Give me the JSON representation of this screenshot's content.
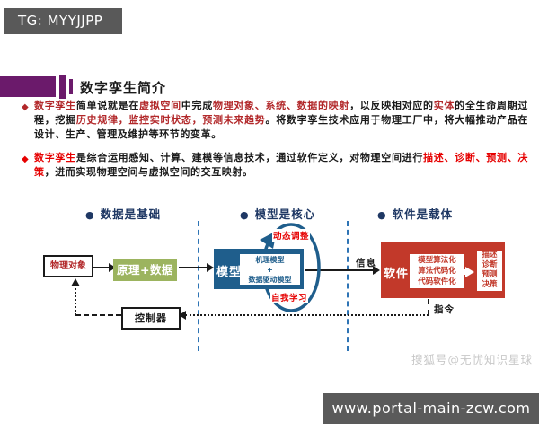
{
  "tg_badge": {
    "text": "TG: MYYJJPP",
    "bg": "#595959"
  },
  "title": {
    "text": "数字孪生简介",
    "accent_color": "#6b1a6b"
  },
  "paragraph1": {
    "marker": "◆",
    "marker_color": "#b2282a",
    "color": "#1a1a1a",
    "hl_color": "#b2282a",
    "segments": [
      {
        "text": "数字孪生",
        "hl": true
      },
      {
        "text": "简单说就是在",
        "hl": false
      },
      {
        "text": "虚拟空间",
        "hl": true
      },
      {
        "text": "中完成",
        "hl": false
      },
      {
        "text": "物理对象、系统、数据的映射",
        "hl": true
      },
      {
        "text": "，以反映相对应的",
        "hl": false
      },
      {
        "text": "实体",
        "hl": true
      },
      {
        "text": "的全生命周期过程，挖掘",
        "hl": false
      },
      {
        "text": "历史规律，监控实时状态，预测未来趋势",
        "hl": true
      },
      {
        "text": "。将数字孪生技术应用于物理工厂中，将大幅推动产品在设计、生产、管理及维护等环节的变革。",
        "hl": false
      }
    ]
  },
  "paragraph2": {
    "marker": "◆",
    "marker_color": "#e60000",
    "color": "#1a1a1a",
    "hl_color": "#e60000",
    "segments": [
      {
        "text": "数字孪生",
        "hl": true
      },
      {
        "text": "是综合运用感知、计算、建模等信息技术，通过软件定义，对物理空间进行",
        "hl": false
      },
      {
        "text": "描述、诊断、预测、决策",
        "hl": true
      },
      {
        "text": "，进而实现物理空间与虚拟空间的交互映射。",
        "hl": false
      }
    ]
  },
  "diagram": {
    "bullet_char": "●",
    "header_color": "#1f3864",
    "separator_color": "#2e74b5",
    "sections": [
      {
        "label": "数据是基础"
      },
      {
        "label": "模型是核心"
      },
      {
        "label": "软件是载体"
      }
    ],
    "physical_object": {
      "label": "物理对象",
      "text_color": "#b2282a"
    },
    "principle_data": {
      "label": "原理+数据",
      "bg": "#9cb45f"
    },
    "model": {
      "label": "模型",
      "bg": "#1f5e8c",
      "inner": [
        "机理模型",
        "+",
        "数据驱动模型"
      ]
    },
    "loop": {
      "top_label": "动态调整",
      "bottom_label": "自我学习",
      "label_color": "#e60000"
    },
    "info_label": "信息",
    "software": {
      "label": "软件",
      "bg": "#c2392a",
      "steps": [
        "模型算法化",
        "算法代码化",
        "代码软件化"
      ],
      "outputs": [
        "描述",
        "诊断",
        "预测",
        "决策"
      ]
    },
    "command_label": "指令",
    "controller": {
      "label": "控制器"
    }
  },
  "watermark": {
    "text": "搜狐号@无忧知识星球"
  },
  "footer": {
    "url": "www.portal-main-zcw.com",
    "bg": "#5a5a5a"
  }
}
